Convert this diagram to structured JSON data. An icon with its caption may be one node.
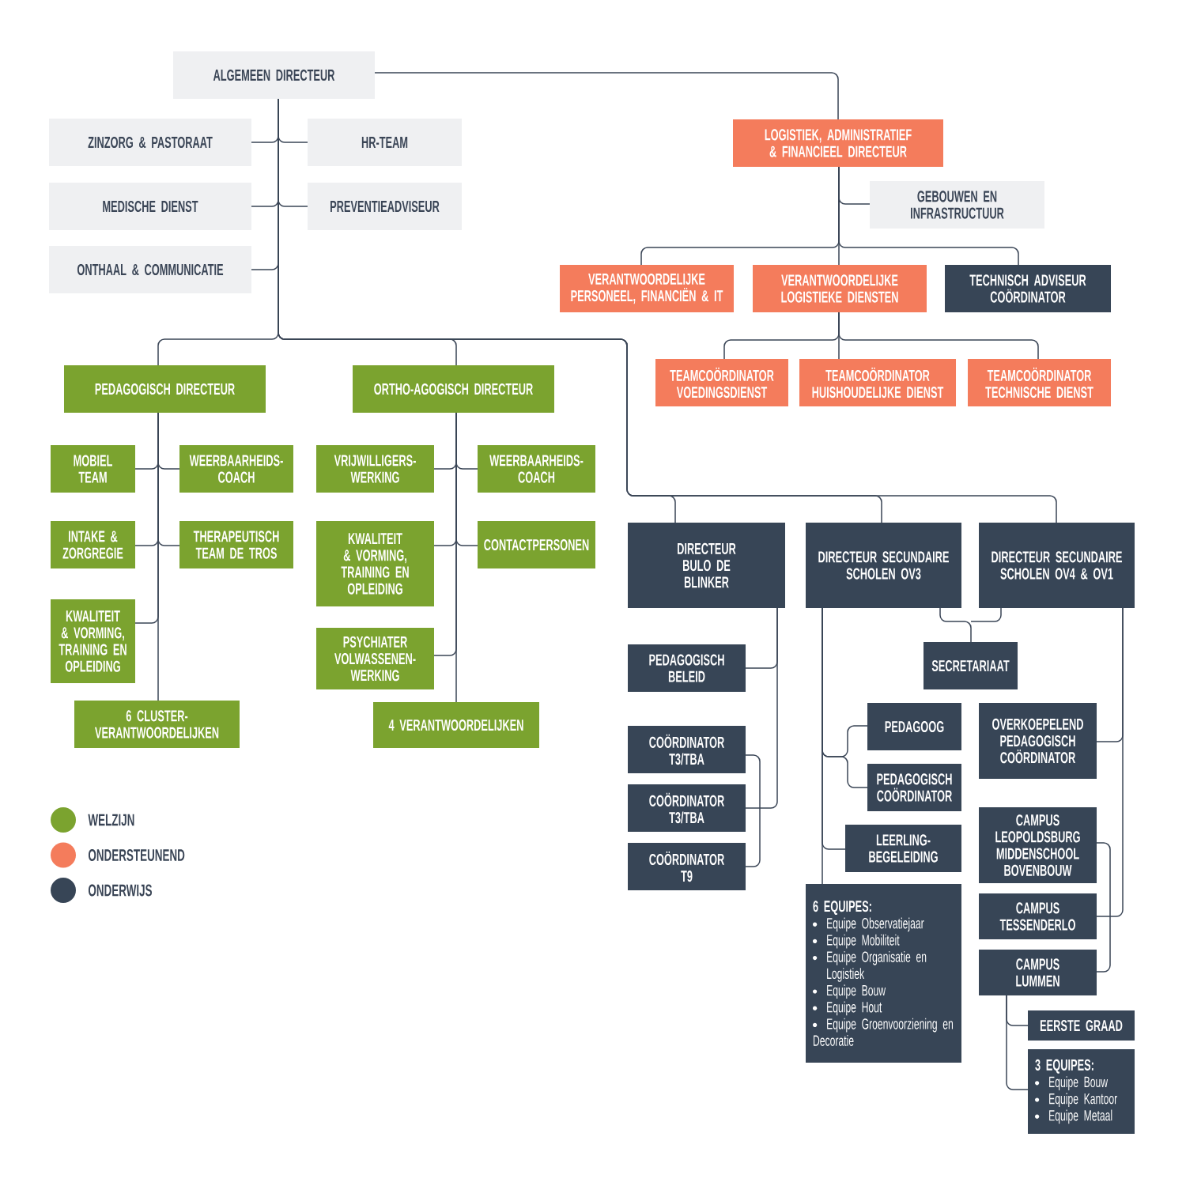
{
  "diagram": {
    "nodes": [
      {
        "text": [
          "ALGEMEEN DIRECTEUR"
        ]
      },
      {
        "text": [
          "ZINZORG & PASTORAAT"
        ]
      },
      {
        "text": [
          "HR-TEAM"
        ]
      },
      {
        "text": [
          "MEDISCHE DIENST"
        ]
      },
      {
        "text": [
          "PREVENTIEADVISEUR"
        ]
      },
      {
        "text": [
          "ONTHAAL & COMMUNICATIE"
        ]
      },
      {
        "text": [
          "LOGISTIEK, ADMINISTRATIEF & FINANCIEEL DIRECTEUR"
        ]
      },
      {
        "text": [
          "GEBOUWEN EN INFRASTRUCTUUR"
        ]
      },
      {
        "text": [
          "VERANTWOORDELIJKE PERSONEEL, FINANCIËN & IT"
        ]
      },
      {
        "text": [
          "VERANTWOORDELIJKE LOGISTIEKE DIENSTEN"
        ]
      },
      {
        "text": [
          "TECHNISCH ADVISEUR COÖRDINATOR"
        ]
      },
      {
        "text": [
          "TEAMCOÖRDINATOR VOEDINGSDIENST"
        ]
      },
      {
        "text": [
          "TEAMCOÖRDINATOR HUISHOUDELIJKE DIENST"
        ]
      },
      {
        "text": [
          "TEAMCOÖRDINATOR TECHNISCHE DIENST"
        ]
      },
      {
        "text": [
          "PEDAGOGISCH DIRECTEUR"
        ]
      },
      {
        "text": [
          "ORTHO-AGOGISCH DIRECTEUR"
        ]
      },
      {
        "text": [
          "MOBIEL TEAM"
        ]
      },
      {
        "text": [
          "WEERBAARHEIDS-COACH"
        ]
      },
      {
        "text": [
          "INTAKE & ZORGREGIE"
        ]
      },
      {
        "text": [
          "THERAPEUTISCH TEAM DE TROS"
        ]
      },
      {
        "text": [
          "KWALITEIT & VORMING, TRAINING EN OPLEIDING"
        ]
      },
      {
        "text": [
          "6 CLUSTER-VERANTWOORDELIJKEN"
        ]
      },
      {
        "text": [
          "VRIJWILLIGERS-WERKING"
        ]
      },
      {
        "text": [
          "WEERBAARHEIDS-COACH"
        ]
      },
      {
        "text": [
          "KWALITEIT & VORMING, TRAINING EN OPLEIDING"
        ]
      },
      {
        "text": [
          "CONTACTPERSONEN"
        ]
      },
      {
        "text": [
          "PSYCHIATER VOLWASSENEN-WERKING"
        ]
      },
      {
        "text": [
          "4 VERANTWOORDELIJKEN"
        ]
      },
      {
        "text": [
          "DIRECTEUR BULO DE BLINKER"
        ]
      },
      {
        "text": [
          "DIRECTEUR SECUNDAIRE SCHOLEN OV3"
        ]
      },
      {
        "text": [
          "DIRECTEUR SECUNDAIRE SCHOLEN OV4 & OV1"
        ]
      },
      {
        "text": [
          "PEDAGOGISCH BELEID"
        ]
      },
      {
        "text": [
          "COÖRDINATOR T3/TBA"
        ]
      },
      {
        "text": [
          "COÖRDINATOR T3/TBA"
        ]
      },
      {
        "text": [
          "COÖRDINATOR T9"
        ]
      },
      {
        "text": [
          "SECRETARIAAT"
        ]
      },
      {
        "text": [
          "PEDAGOOG"
        ]
      },
      {
        "text": [
          "PEDAGOGISCH COÖRDINATOR"
        ]
      },
      {
        "text": [
          "OVERKOEPELEND PEDAGOGISCH COÖRDINATOR"
        ]
      },
      {
        "text": [
          "LEERLING-BEGELEIDING"
        ]
      },
      {
        "text": [
          "6 EQUIPES:",
          "Equipe Observatiejaar",
          "Equipe Mobiliteit",
          "Equipe Organisatie en Logistiek",
          "Equipe Bouw",
          "Equipe Hout",
          "Equipe Groenvoorziening en Decoratie"
        ]
      },
      {
        "text": [
          "CAMPUS LEOPOLDSBURG MIDDENSCHOOL BOVENBOUW"
        ]
      },
      {
        "text": [
          "CAMPUS TESSENDERLO"
        ]
      },
      {
        "text": [
          "CAMPUS LUMMEN"
        ]
      },
      {
        "text": [
          "EERSTE GRAAD"
        ]
      },
      {
        "text": [
          "3 EQUIPES:",
          "Equipe Bouw",
          "Equipe Kantoor",
          "Equipe Metaal"
        ]
      }
    ],
    "edges": [
      {
        "from": 0,
        "to": 1,
        "arrow": "none"
      },
      {
        "from": 0,
        "to": 2,
        "arrow": "none"
      },
      {
        "from": 0,
        "to": 3,
        "arrow": "none"
      },
      {
        "from": 0,
        "to": 4,
        "arrow": "none"
      },
      {
        "from": 0,
        "to": 5,
        "arrow": "none"
      },
      {
        "from": 0,
        "to": 6,
        "arrow": "none"
      },
      {
        "from": 0,
        "to": 14,
        "arrow": "none"
      },
      {
        "from": 0,
        "to": 15,
        "arrow": "none"
      },
      {
        "from": 0,
        "to": 28,
        "arrow": "none"
      },
      {
        "from": 0,
        "to": 29,
        "arrow": "none"
      },
      {
        "from": 0,
        "to": 30,
        "arrow": "none"
      },
      {
        "from": 6,
        "to": 7,
        "arrow": "none"
      },
      {
        "from": 6,
        "to": 8,
        "arrow": "none"
      },
      {
        "from": 6,
        "to": 9,
        "arrow": "none"
      },
      {
        "from": 6,
        "to": 10,
        "arrow": "none"
      },
      {
        "from": 9,
        "to": 11,
        "arrow": "none"
      },
      {
        "from": 9,
        "to": 12,
        "arrow": "none"
      },
      {
        "from": 9,
        "to": 13,
        "arrow": "none"
      },
      {
        "from": 14,
        "to": 16,
        "arrow": "none"
      },
      {
        "from": 14,
        "to": 17,
        "arrow": "none"
      },
      {
        "from": 14,
        "to": 18,
        "arrow": "none"
      },
      {
        "from": 14,
        "to": 19,
        "arrow": "none"
      },
      {
        "from": 14,
        "to": 20,
        "arrow": "none"
      },
      {
        "from": 14,
        "to": 21,
        "arrow": "none"
      },
      {
        "from": 15,
        "to": 22,
        "arrow": "none"
      },
      {
        "from": 15,
        "to": 23,
        "arrow": "none"
      },
      {
        "from": 15,
        "to": 24,
        "arrow": "none"
      },
      {
        "from": 15,
        "to": 25,
        "arrow": "none"
      },
      {
        "from": 15,
        "to": 26,
        "arrow": "none"
      },
      {
        "from": 15,
        "to": 27,
        "arrow": "none"
      },
      {
        "from": 28,
        "to": 31,
        "arrow": "none"
      },
      {
        "from": 28,
        "to": 32,
        "arrow": "none"
      },
      {
        "from": 28,
        "to": 33,
        "arrow": "none"
      },
      {
        "from": 28,
        "to": 34,
        "arrow": "none"
      },
      {
        "from": 29,
        "to": 35,
        "arrow": "none"
      },
      {
        "from": 30,
        "to": 35,
        "arrow": "none"
      },
      {
        "from": 29,
        "to": 36,
        "arrow": "none"
      },
      {
        "from": 29,
        "to": 37,
        "arrow": "none"
      },
      {
        "from": 29,
        "to": 39,
        "arrow": "none"
      },
      {
        "from": 29,
        "to": 40,
        "arrow": "none"
      },
      {
        "from": 30,
        "to": 38,
        "arrow": "none"
      },
      {
        "from": 30,
        "to": 41,
        "arrow": "none"
      },
      {
        "from": 30,
        "to": 42,
        "arrow": "none"
      },
      {
        "from": 30,
        "to": 43,
        "arrow": "none"
      },
      {
        "from": 43,
        "to": 44,
        "arrow": "none"
      },
      {
        "from": 43,
        "to": 45,
        "arrow": "none"
      }
    ],
    "legend": [
      {
        "text": "WELZIJN",
        "color": "#7ba32f"
      },
      {
        "text": "ONDERSTEUNEND",
        "color": "#f47c5c"
      },
      {
        "text": "ONDERWIJS",
        "color": "#374556"
      }
    ]
  }
}
